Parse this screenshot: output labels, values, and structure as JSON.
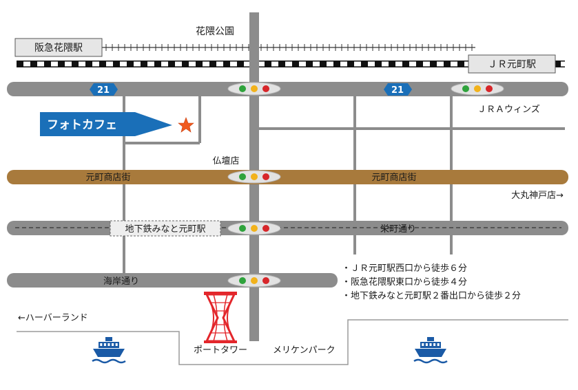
{
  "labels": {
    "hanakuma_park": "花隈公園",
    "hankyu_station": "阪急花隈駅",
    "jr_station": "ＪＲ元町駅",
    "jra_wins": "ＪＲＡウィンズ",
    "photo_cafe": "フォトカフェ",
    "butsudan": "仏壇店",
    "shotengai_left": "元町商店街",
    "shotengai_right": "元町商店街",
    "daimaru": "大丸神戸店→",
    "subway_station": "地下鉄みなと元町駅",
    "sakaemachi": "栄町通り",
    "kaigan": "海岸通り",
    "harborland": "←ハーバーランド",
    "port_tower": "ポートタワー",
    "meriken_park": "メリケンパーク",
    "route_number_left": "21",
    "route_number_right": "21"
  },
  "access_notes": [
    "・ＪＲ元町駅西口から徒歩６分",
    "・阪急花隈駅東口から徒歩４分",
    "・地下鉄みなと元町駅２番出口から徒歩２分"
  ],
  "colors": {
    "road": "#8c8c8c",
    "shotengai": "#a87a3c",
    "photo_cafe_arrow": "#1a6fb8",
    "star": "#f05a1e",
    "route_shield": "#1a6fb8",
    "tower": "#e3262b",
    "ship": "#1a5aa6",
    "signal_green": "#2fa33c",
    "signal_yellow": "#f2b21b",
    "signal_red": "#d7262a"
  },
  "icons": {
    "destination": "star-icon",
    "traffic_signal": "traffic-signal-icon",
    "ship": "ship-icon",
    "landmark": "port-tower-icon",
    "route": "route-shield-icon"
  }
}
